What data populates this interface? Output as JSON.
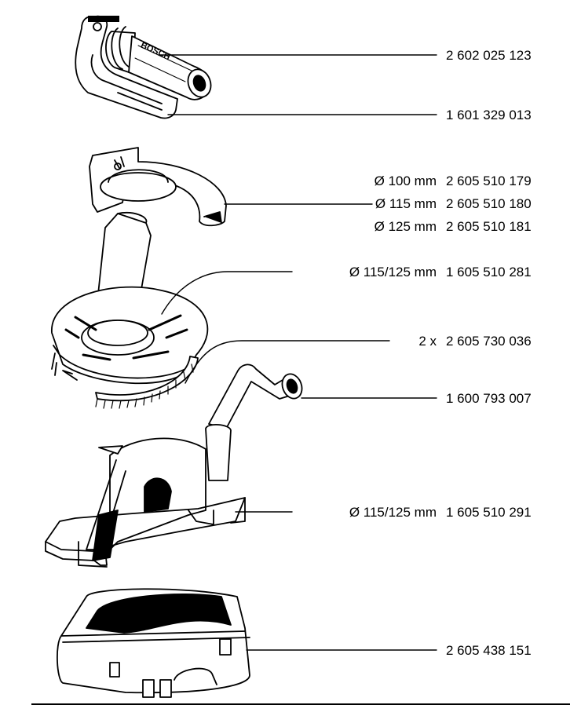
{
  "brand": "BOSCH",
  "parts": [
    {
      "id": "handle",
      "part_number": "2 602 025 123"
    },
    {
      "id": "clamp-plate",
      "part_number": "1 601 329 013"
    },
    {
      "id": "guard-100",
      "size": "Ø 100 mm",
      "part_number": "2 605 510 179"
    },
    {
      "id": "guard-115",
      "size": "Ø 115 mm",
      "part_number": "2 605 510 180"
    },
    {
      "id": "guard-125",
      "size": "Ø 125 mm",
      "part_number": "2 605 510 181"
    },
    {
      "id": "suction-hood",
      "size": "Ø 115/125 mm",
      "part_number": "1 605 510 281"
    },
    {
      "id": "brush-ring",
      "size": "2 x",
      "part_number": "2 605 730 036"
    },
    {
      "id": "spindle-wrench",
      "part_number": "1 600 793 007"
    },
    {
      "id": "cutting-guide",
      "size": "Ø 115/125 mm",
      "part_number": "1 605 510 291"
    },
    {
      "id": "carrying-case",
      "part_number": "2 605 438 151"
    }
  ]
}
